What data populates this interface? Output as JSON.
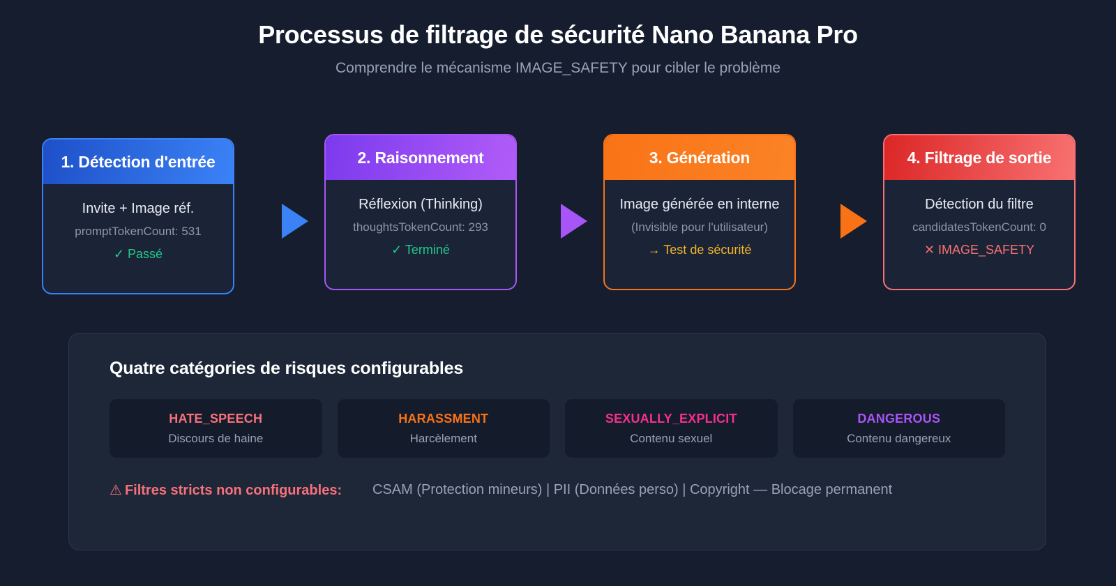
{
  "header": {
    "title": "Processus de filtrage de sécurité Nano Banana Pro",
    "subtitle": "Comprendre le mécanisme IMAGE_SAFETY pour cibler le problème"
  },
  "flow": {
    "stages": [
      {
        "heading": "1. Détection d'entrée",
        "main": "Invite + Image réf.",
        "meta": "promptTokenCount: 531",
        "status": "✓ Passé",
        "status_kind": "pass",
        "accent": "#3b82f6"
      },
      {
        "heading": "2. Raisonnement",
        "main": "Réflexion (Thinking)",
        "meta": "thoughtsTokenCount: 293",
        "status": "✓ Terminé",
        "status_kind": "pass",
        "accent": "#a855f7"
      },
      {
        "heading": "3. Génération",
        "main": "Image générée en interne",
        "meta": "(Invisible pour l'utilisateur)",
        "status": "→ Test de sécurité",
        "status_kind": "warn",
        "accent": "#f97316"
      },
      {
        "heading": "4. Filtrage de sortie",
        "main": "Détection du filtre",
        "meta": "candidatesTokenCount: 0",
        "status": "✕ IMAGE_SAFETY",
        "status_kind": "fail",
        "accent": "#f87171"
      }
    ],
    "connectors": [
      {
        "name": "arrow-1",
        "color": "#3b82f6"
      },
      {
        "name": "arrow-2",
        "color": "#a855f7"
      },
      {
        "name": "arrow-3",
        "color": "#f97316"
      }
    ]
  },
  "risk_panel": {
    "title": "Quatre catégories de risques configurables",
    "categories": [
      {
        "code": "HATE_SPEECH",
        "description": "Discours de haine",
        "color": "#f8717b"
      },
      {
        "code": "HARASSMENT",
        "description": "Harcèlement",
        "color": "#f97316"
      },
      {
        "code": "SEXUALLY_EXPLICIT",
        "description": "Contenu sexuel",
        "color": "#f4308f"
      },
      {
        "code": "DANGEROUS",
        "description": "Contenu dangereux",
        "color": "#a855f7"
      }
    ],
    "strict": {
      "icon": "⚠",
      "label": "Filtres stricts non configurables:",
      "detail": "CSAM (Protection mineurs) | PII (Données perso) | Copyright — Blocage permanent"
    }
  }
}
